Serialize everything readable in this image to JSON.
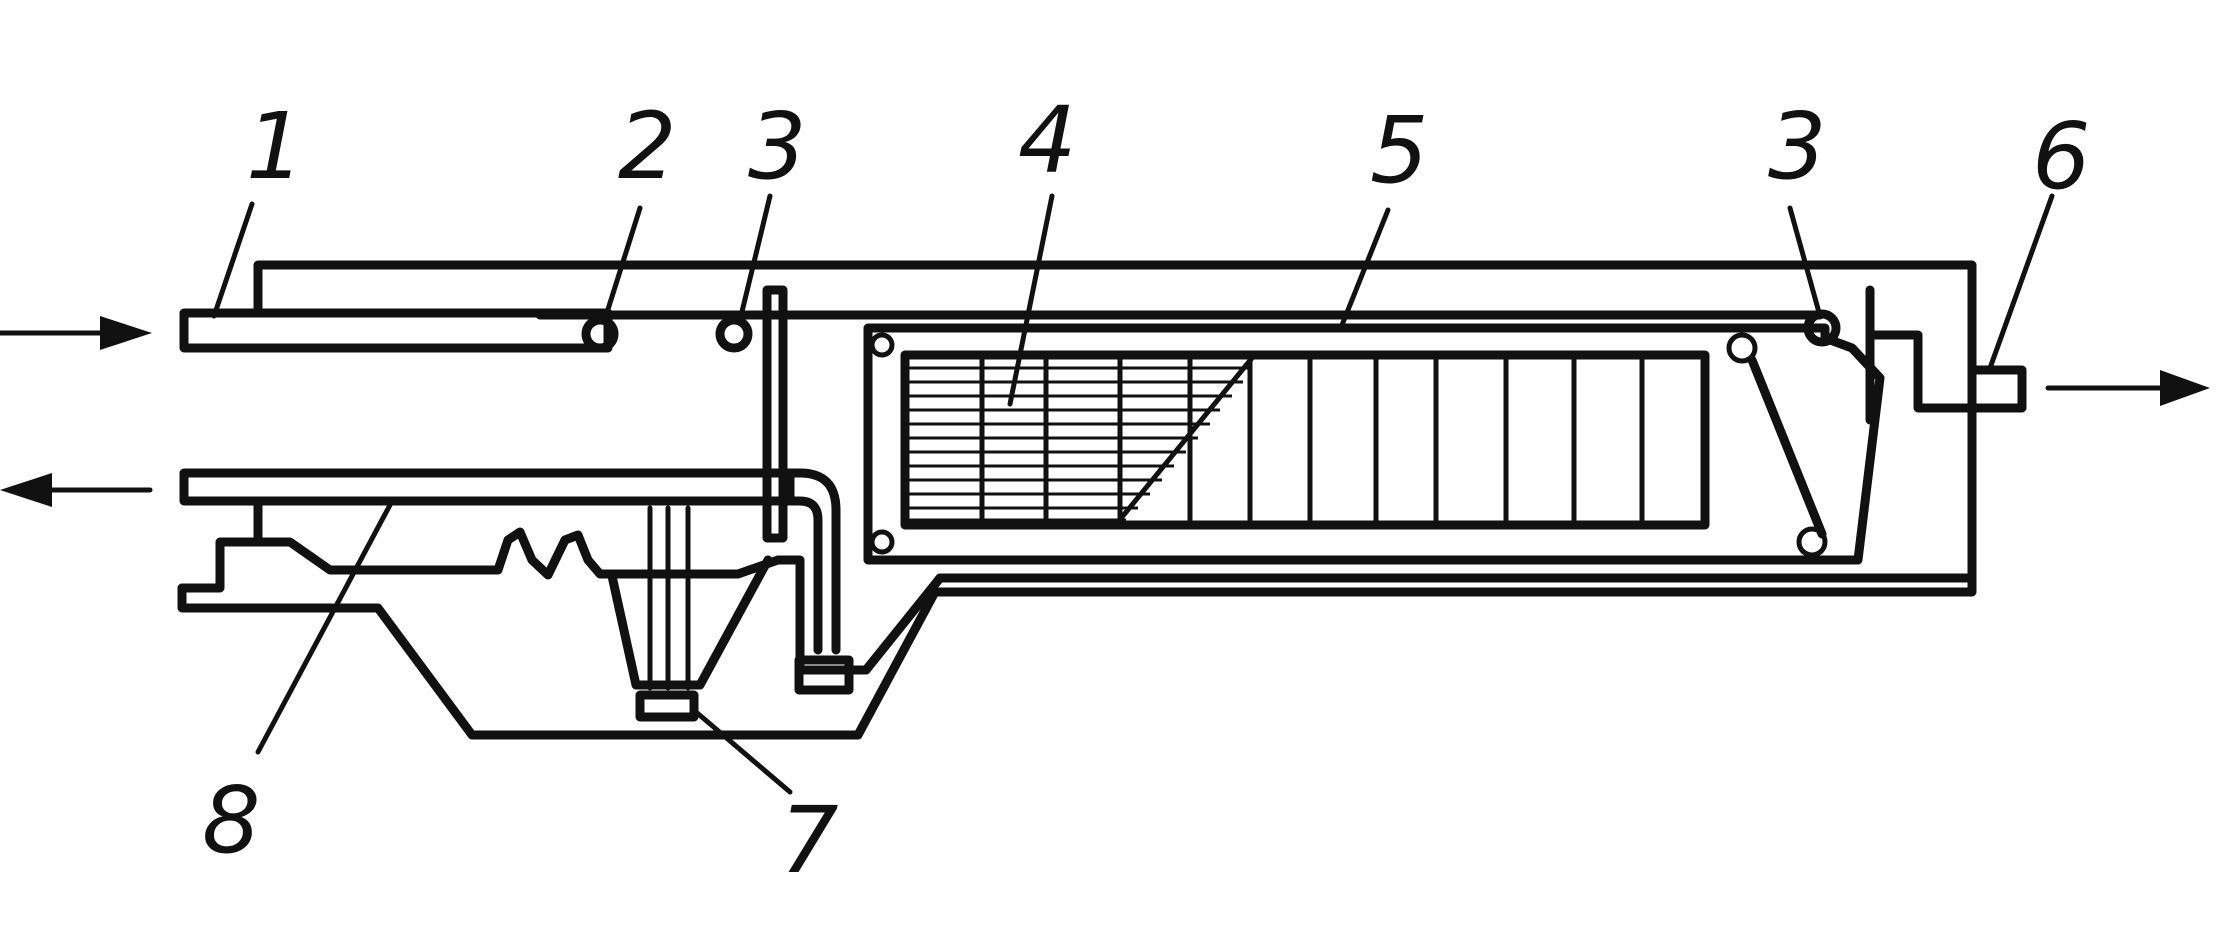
{
  "diagram": {
    "labels": {
      "l1": "1",
      "l2": "2",
      "l3a": "3",
      "l4": "4",
      "l5": "5",
      "l3b": "3",
      "l6": "6",
      "l7": "7",
      "l8": "8"
    },
    "stroke_color": "#111111",
    "background_color": "#ffffff"
  }
}
